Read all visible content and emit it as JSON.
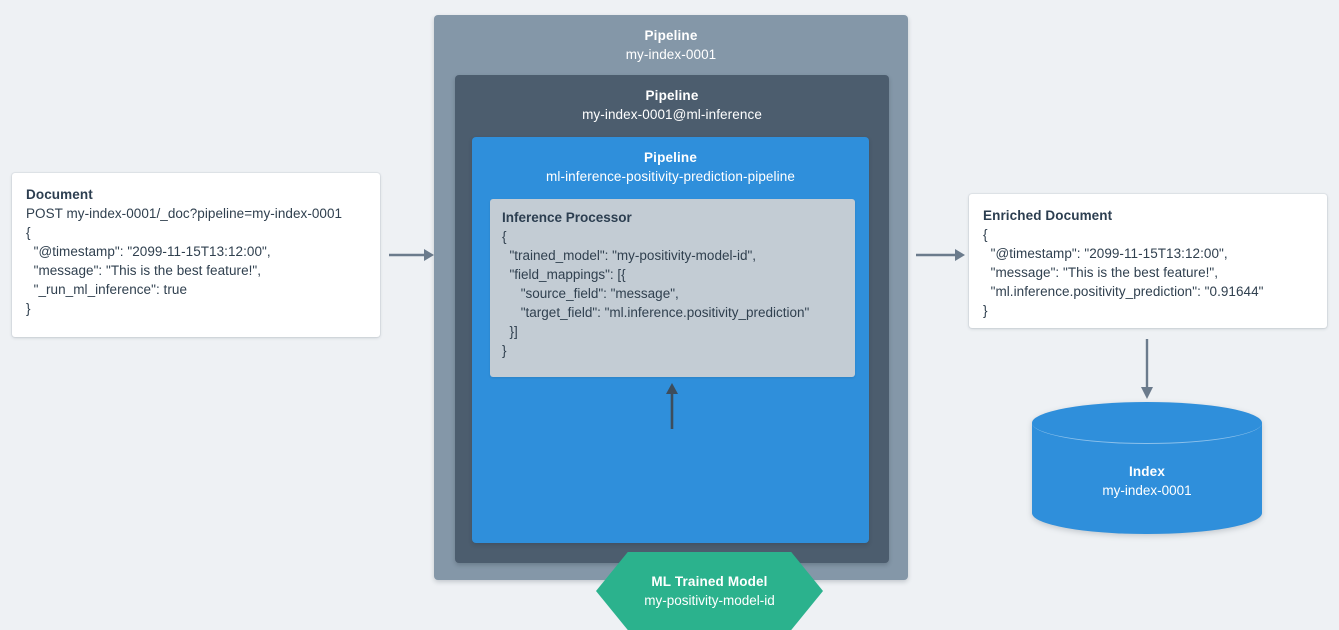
{
  "background_color": "#eef1f4",
  "palette": {
    "outer_pipeline": "#8497a8",
    "mid_pipeline": "#4c5d6e",
    "inner_pipeline": "#2f8fdb",
    "processor_panel": "#c3ccd4",
    "model_hexagon": "#2bb28d",
    "index_cylinder": "#2f8fdb",
    "arrow": "#6b7b8c",
    "card_background": "#ffffff",
    "text_dark": "#30404f"
  },
  "document": {
    "title": "Document",
    "lines": [
      "POST my-index-0001/_doc?pipeline=my-index-0001",
      "{",
      "  \"@timestamp\": \"2099-11-15T13:12:00\",",
      "  \"message\": \"This is the best feature!\",",
      "  \"_run_ml_inference\": true",
      "}"
    ]
  },
  "pipeline_outer": {
    "label": "Pipeline",
    "name": "my-index-0001"
  },
  "pipeline_mid": {
    "label": "Pipeline",
    "name": "my-index-0001@ml-inference"
  },
  "pipeline_inner": {
    "label": "Pipeline",
    "name": "ml-inference-positivity-prediction-pipeline"
  },
  "inference_processor": {
    "title": "Inference Processor",
    "lines": [
      "{",
      "  \"trained_model\": \"my-positivity-model-id\",",
      "  \"field_mappings\": [{",
      "     \"source_field\": \"message\",",
      "     \"target_field\": \"ml.inference.positivity_prediction\"",
      "  }]",
      "}"
    ]
  },
  "ml_model": {
    "title": "ML Trained Model",
    "name": "my-positivity-model-id"
  },
  "enriched_document": {
    "title": "Enriched Document",
    "lines": [
      "{",
      "  \"@timestamp\": \"2099-11-15T13:12:00\",",
      "  \"message\": \"This is the best feature!\",",
      "  \"ml.inference.positivity_prediction\": \"0.91644\"",
      "}"
    ]
  },
  "index": {
    "title": "Index",
    "name": "my-index-0001"
  },
  "arrows": [
    {
      "id": "document-to-pipeline",
      "direction": "right"
    },
    {
      "id": "pipeline-to-enriched-document",
      "direction": "right"
    },
    {
      "id": "model-to-processor",
      "direction": "up"
    },
    {
      "id": "enriched-document-to-index",
      "direction": "down"
    }
  ]
}
